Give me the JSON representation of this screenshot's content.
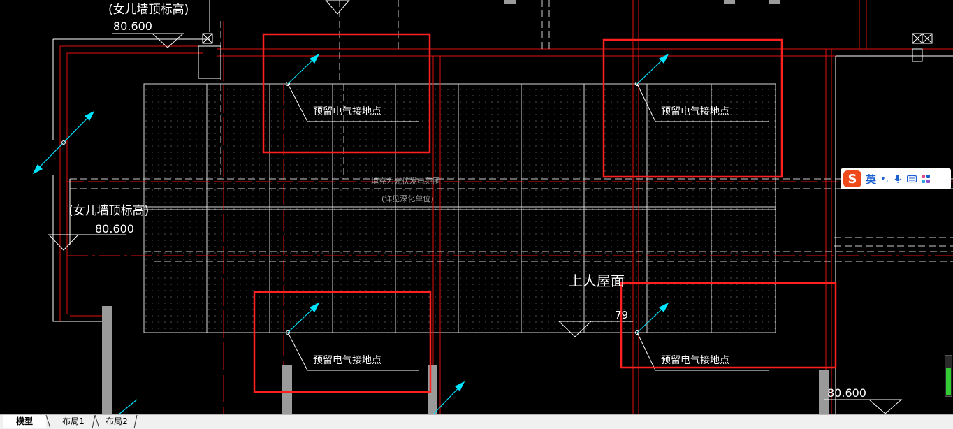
{
  "drawing": {
    "parapet_label_top": "(女儿墙顶标高)",
    "parapet_elev_top": "80.600",
    "parapet_label_mid": "(女儿墙顶标高)",
    "parapet_elev_mid": "80.600",
    "pv_note_line1": "填充为光伏发电范围",
    "pv_note_line2": "(详见深化单位)",
    "roof_label": "上人屋面",
    "roof_elev": "79",
    "elev_right": "80.600",
    "grounding_labels": [
      "预留电气接地点",
      "预留电气接地点",
      "预留电气接地点",
      "预留电气接地点"
    ]
  },
  "ime_toolbar": {
    "logo": "S",
    "lang": "英",
    "punct": "•,",
    "icons": [
      "mic-icon",
      "keyboard-icon",
      "grid-icon"
    ]
  },
  "tabs": [
    {
      "label": "模型",
      "active": true
    },
    {
      "label": "布局1",
      "active": false
    },
    {
      "label": "布局2",
      "active": false
    }
  ],
  "colors": {
    "background": "#000000",
    "wall_red": "#e01010",
    "line_white": "#ffffff",
    "pointer_cyan": "#00e5ff",
    "highlight_box": "#ff2020",
    "column_gray": "#9a9a9a"
  }
}
